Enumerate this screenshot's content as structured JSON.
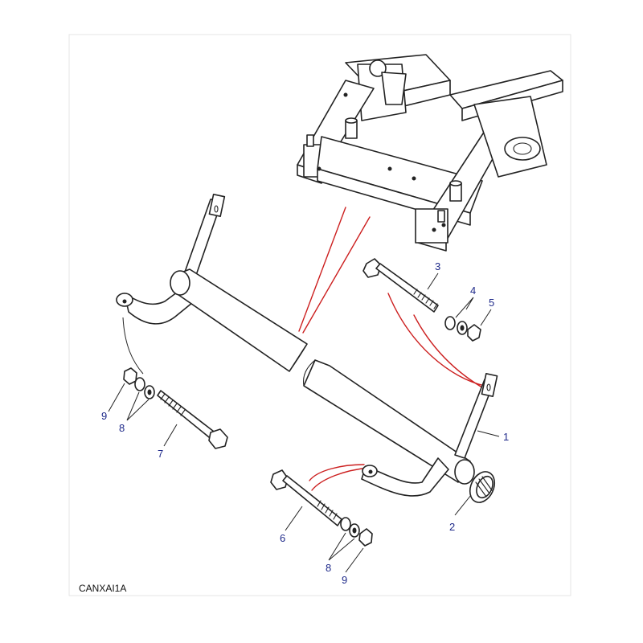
{
  "diagram": {
    "reference_code": "CANXAI1A",
    "callouts": [
      {
        "id": "c1",
        "label": "1"
      },
      {
        "id": "c2",
        "label": "2"
      },
      {
        "id": "c3",
        "label": "3"
      },
      {
        "id": "c4",
        "label": "4"
      },
      {
        "id": "c5",
        "label": "5"
      },
      {
        "id": "c6",
        "label": "6"
      },
      {
        "id": "c7",
        "label": "7"
      },
      {
        "id": "c8a",
        "label": "8"
      },
      {
        "id": "c8b",
        "label": "8"
      },
      {
        "id": "c9a",
        "label": "9"
      },
      {
        "id": "c9b",
        "label": "9"
      }
    ],
    "colors": {
      "line": "#222222",
      "callout_text": "#1f2a8a",
      "highlight": "#cc1f1f",
      "frame": "#e6e6e6"
    }
  }
}
